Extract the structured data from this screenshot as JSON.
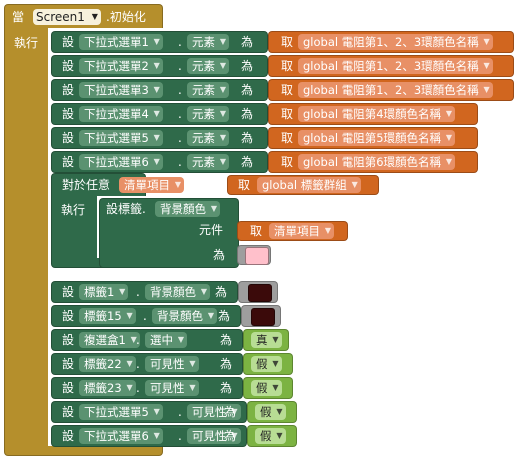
{
  "event": {
    "keyword": "當",
    "component": "Screen1",
    "handler": ".初始化",
    "do_label": "執行"
  },
  "set_rows": [
    {
      "set_word": "設",
      "component": "下拉式選單1",
      "property": "元素",
      "to": "為",
      "get_word": "取",
      "variable": "global 電阻第1、2、3環顏色名稱"
    },
    {
      "set_word": "設",
      "component": "下拉式選單2",
      "property": "元素",
      "to": "為",
      "get_word": "取",
      "variable": "global 電阻第1、2、3環顏色名稱"
    },
    {
      "set_word": "設",
      "component": "下拉式選單3",
      "property": "元素",
      "to": "為",
      "get_word": "取",
      "variable": "global 電阻第1、2、3環顏色名稱"
    },
    {
      "set_word": "設",
      "component": "下拉式選單4",
      "property": "元素",
      "to": "為",
      "get_word": "取",
      "variable": "global 電阻第4環顏色名稱"
    },
    {
      "set_word": "設",
      "component": "下拉式選單5",
      "property": "元素",
      "to": "為",
      "get_word": "取",
      "variable": "global 電阻第5環顏色名稱"
    },
    {
      "set_word": "設",
      "component": "下拉式選單6",
      "property": "元素",
      "to": "為",
      "get_word": "取",
      "variable": "global 電阻第6環顏色名稱"
    }
  ],
  "foreach": {
    "prefix": "對於任意",
    "item_var": "清單項目",
    "list_word": "清單",
    "get_word": "取",
    "list_var": "global 標籤群組",
    "do_label": "執行",
    "inner": {
      "set_word": "設標籤.",
      "property": "背景顏色",
      "component_label": "元件",
      "get_word": "取",
      "component_var": "清單項目",
      "to": "為",
      "swatch_color": "#ffc0cb"
    }
  },
  "lower_rows": [
    {
      "set_word": "設",
      "component": "標籤1",
      "property": "背景顏色",
      "to": "為",
      "value_kind": "color",
      "color": "#3b0a0a"
    },
    {
      "set_word": "設",
      "component": "標籤15",
      "property": "背景顏色",
      "to": "為",
      "value_kind": "color",
      "color": "#3b0a0a"
    },
    {
      "set_word": "設",
      "component": "複選盒1",
      "property": "選中",
      "to": "為",
      "value_kind": "bool",
      "value": "真"
    },
    {
      "set_word": "設",
      "component": "標籤22",
      "property": "可見性",
      "to": "為",
      "value_kind": "bool",
      "value": "假"
    },
    {
      "set_word": "設",
      "component": "標籤23",
      "property": "可見性",
      "to": "為",
      "value_kind": "bool",
      "value": "假"
    },
    {
      "set_word": "設",
      "component": "下拉式選單5",
      "property": "可見性",
      "to": "為",
      "value_kind": "bool",
      "value": "假"
    },
    {
      "set_word": "設",
      "component": "下拉式選單6",
      "property": "可見性",
      "to": "為",
      "value_kind": "bool",
      "value": "假"
    }
  ],
  "colors": {
    "event": "#b58f2c",
    "setter": "#2f6a4a",
    "getter": "#d1661f",
    "boolean": "#7cb342"
  }
}
